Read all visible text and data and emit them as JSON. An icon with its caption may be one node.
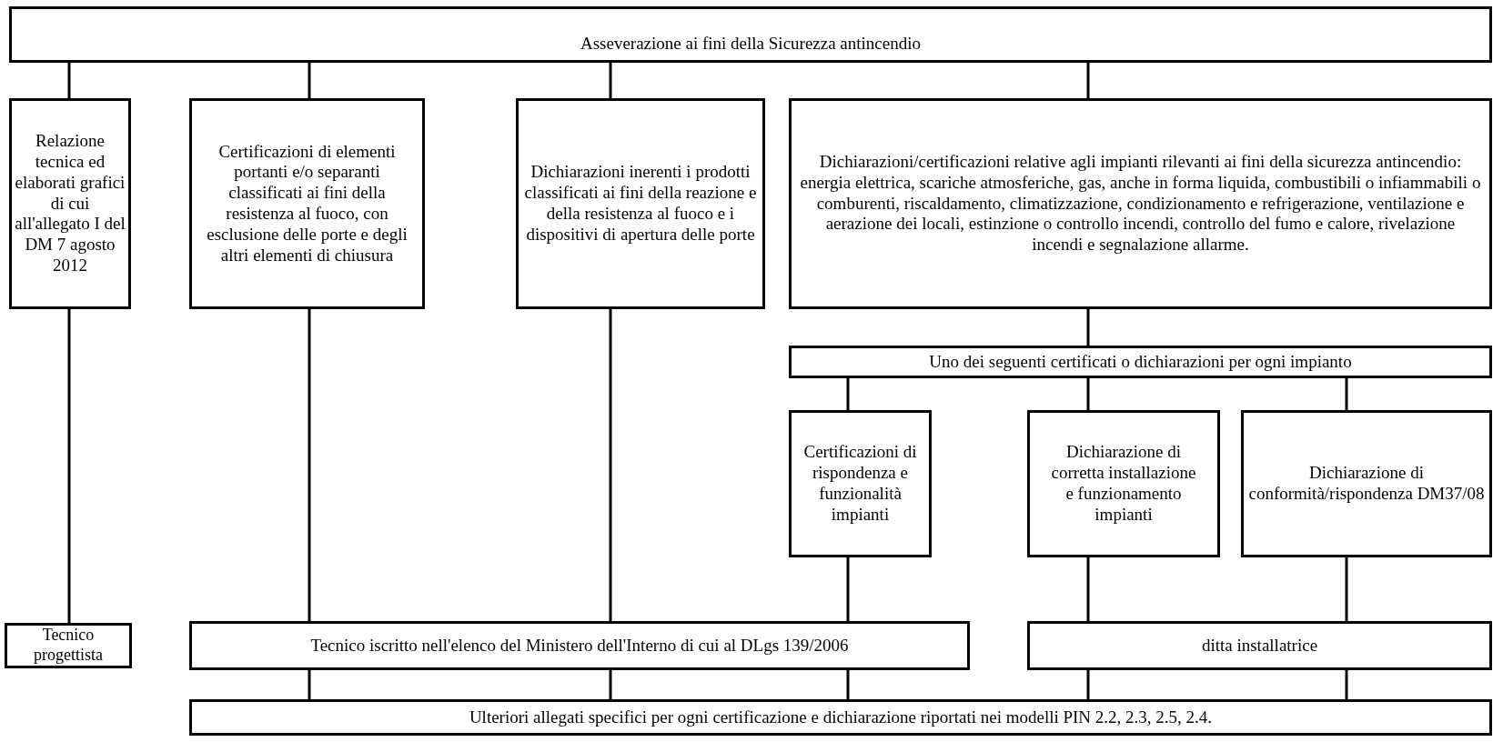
{
  "diagram": {
    "nodes": [
      {
        "text": [
          "Asseverazione ai fini della Sicurezza antincendio"
        ]
      },
      {
        "text": [
          "Relazione tecnica ed elaborati grafici di cui all'allegato I del DM 7 agosto 2012"
        ]
      },
      {
        "text": [
          "Certificazioni di elementi portanti e/o separanti classificati ai fini della resistenza al fuoco, con esclusione delle porte e degli altri elementi di chiusura"
        ]
      },
      {
        "text": [
          "Dichiarazioni inerenti i prodotti classificati ai fini della reazione e della resistenza al fuoco e i dispositivi di apertura delle porte"
        ]
      },
      {
        "text": [
          "Dichiarazioni/certificazioni relative agli impianti rilevanti ai fini della sicurezza antincendio: energia elettrica, scariche atmosferiche, gas, anche in forma liquida, combustibili o infiammabili o comburenti, riscaldamento, climatizzazione, condizionamento e refrigerazione, ventilazione e aerazione dei locali, estinzione o controllo incendi, controllo del fumo e calore, rivelazione incendi e segnalazione allarme."
        ]
      },
      {
        "text": [
          "Uno dei seguenti certificati o dichiarazioni per ogni impianto"
        ]
      },
      {
        "text": [
          "Certificazioni di rispondenza e funzionalità impianti"
        ]
      },
      {
        "text": [
          "Dichiarazione di corretta installazione e funzionamento impianti"
        ]
      },
      {
        "text": [
          "Dichiarazione di conformità/rispondenza DM37/08"
        ]
      },
      {
        "text": [
          "Tecnico progettista"
        ]
      },
      {
        "text": [
          "Tecnico iscritto nell'elenco del Ministero dell'Interno di cui al DLgs 139/2006"
        ]
      },
      {
        "text": [
          "ditta installatrice"
        ]
      },
      {
        "text": [
          "Ulteriori allegati specifici per ogni certificazione e dichiarazione riportati nei modelli PIN 2.2, 2.3, 2.5, 2.4."
        ]
      }
    ],
    "edges": [
      {
        "from": 0,
        "to": 1,
        "arrow": "none"
      },
      {
        "from": 0,
        "to": 2,
        "arrow": "none"
      },
      {
        "from": 0,
        "to": 3,
        "arrow": "none"
      },
      {
        "from": 0,
        "to": 4,
        "arrow": "none"
      },
      {
        "from": 4,
        "to": 5,
        "arrow": "none"
      },
      {
        "from": 5,
        "to": 6,
        "arrow": "none"
      },
      {
        "from": 5,
        "to": 7,
        "arrow": "none"
      },
      {
        "from": 5,
        "to": 8,
        "arrow": "none"
      },
      {
        "from": 1,
        "to": 9,
        "arrow": "none"
      },
      {
        "from": 2,
        "to": 10,
        "arrow": "none"
      },
      {
        "from": 3,
        "to": 10,
        "arrow": "none"
      },
      {
        "from": 6,
        "to": 10,
        "arrow": "none"
      },
      {
        "from": 7,
        "to": 11,
        "arrow": "none"
      },
      {
        "from": 8,
        "to": 11,
        "arrow": "none"
      },
      {
        "from": 10,
        "to": 12,
        "arrow": "none"
      },
      {
        "from": 10,
        "to": 12,
        "arrow": "none"
      },
      {
        "from": 10,
        "to": 12,
        "arrow": "none"
      },
      {
        "from": 11,
        "to": 12,
        "arrow": "none"
      },
      {
        "from": 11,
        "to": 12,
        "arrow": "none"
      }
    ]
  }
}
